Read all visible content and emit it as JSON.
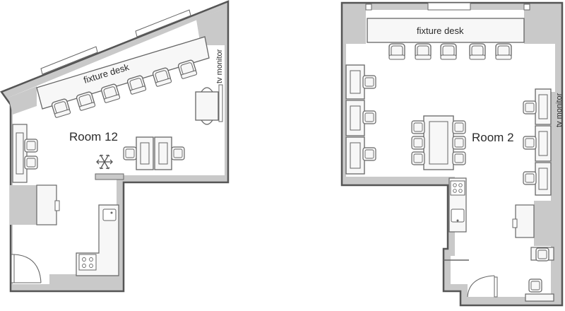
{
  "rooms": [
    {
      "name": "Room 12",
      "fixture_label": "fixture desk",
      "tv_label": "tv monitor"
    },
    {
      "name": "Room 2",
      "fixture_label": "fixture desk",
      "tv_label": "tv monitor"
    }
  ],
  "colors": {
    "wall_fill": "#c9c9c9",
    "wall_outline": "#555555",
    "line": "#666666",
    "furniture_fill": "#f7f7f7",
    "background": "#ffffff"
  },
  "icons": [
    "snowflake-icon",
    "door-swing-icon",
    "sink-icon",
    "stove-icon",
    "chair-icon"
  ]
}
